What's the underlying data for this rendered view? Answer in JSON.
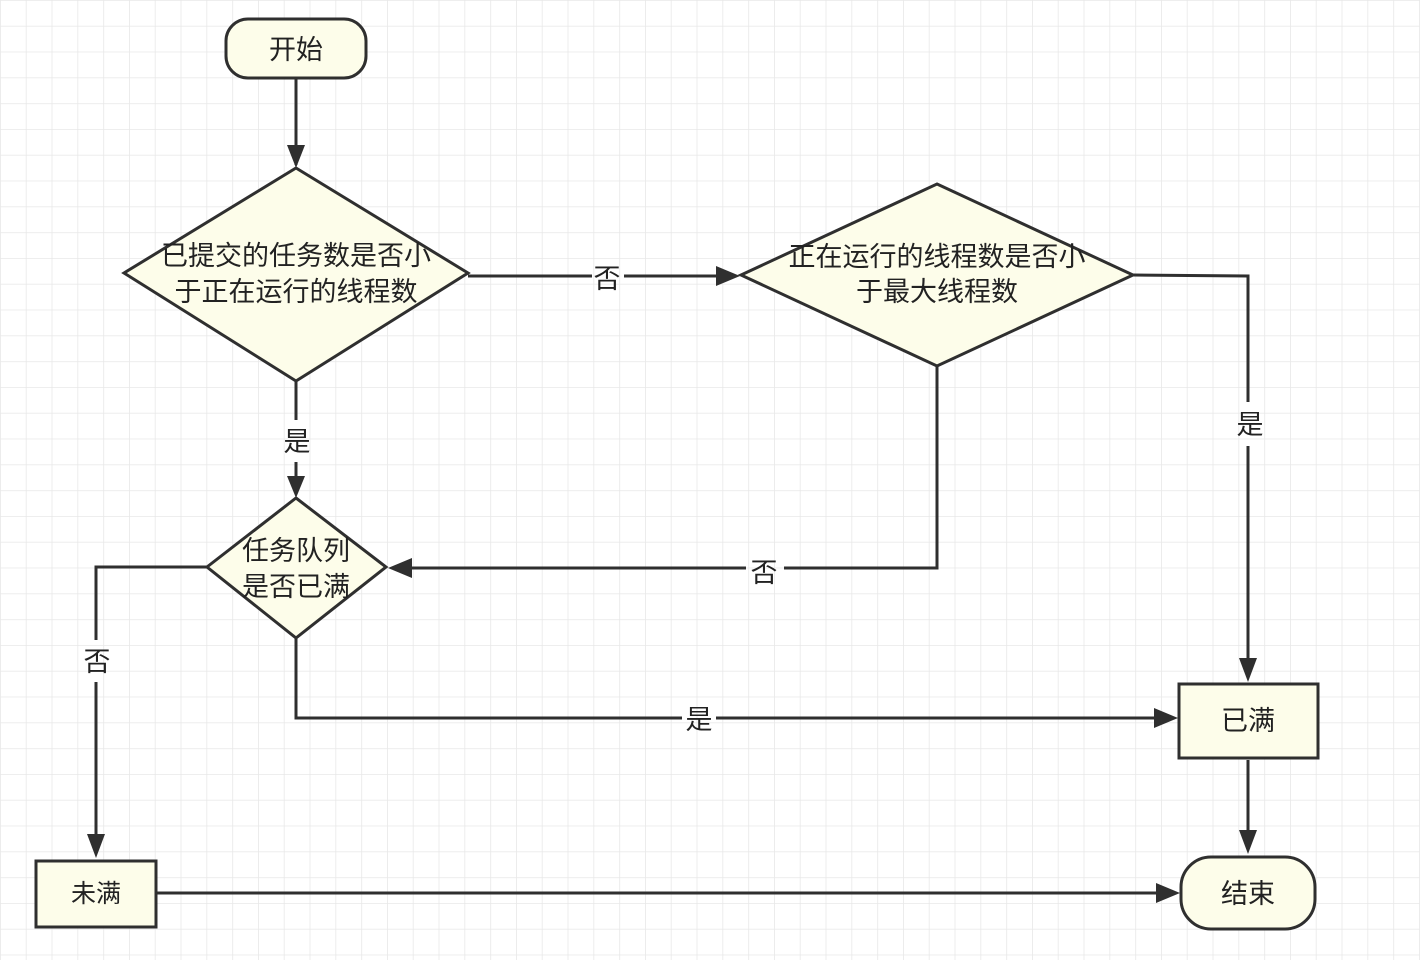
{
  "colors": {
    "grid": "#e8e8e8",
    "stroke": "#2f2f2f",
    "fill": "#fdfdea",
    "text": "#222222",
    "background": "#ffffff"
  },
  "nodes": {
    "start": "开始",
    "decision_submitted": [
      "已提交的任务数是否小",
      "于正在运行的线程数"
    ],
    "decision_running": [
      "正在运行的线程数是否小",
      "于最大线程数"
    ],
    "decision_queue": [
      "任务队列",
      "是否已满"
    ],
    "full": "已满",
    "not_full": "未满",
    "end": "结束"
  },
  "edge_labels": {
    "submitted_no": "否",
    "submitted_yes": "是",
    "running_yes": "是",
    "running_no": "否",
    "queue_no": "否",
    "queue_yes": "是"
  }
}
